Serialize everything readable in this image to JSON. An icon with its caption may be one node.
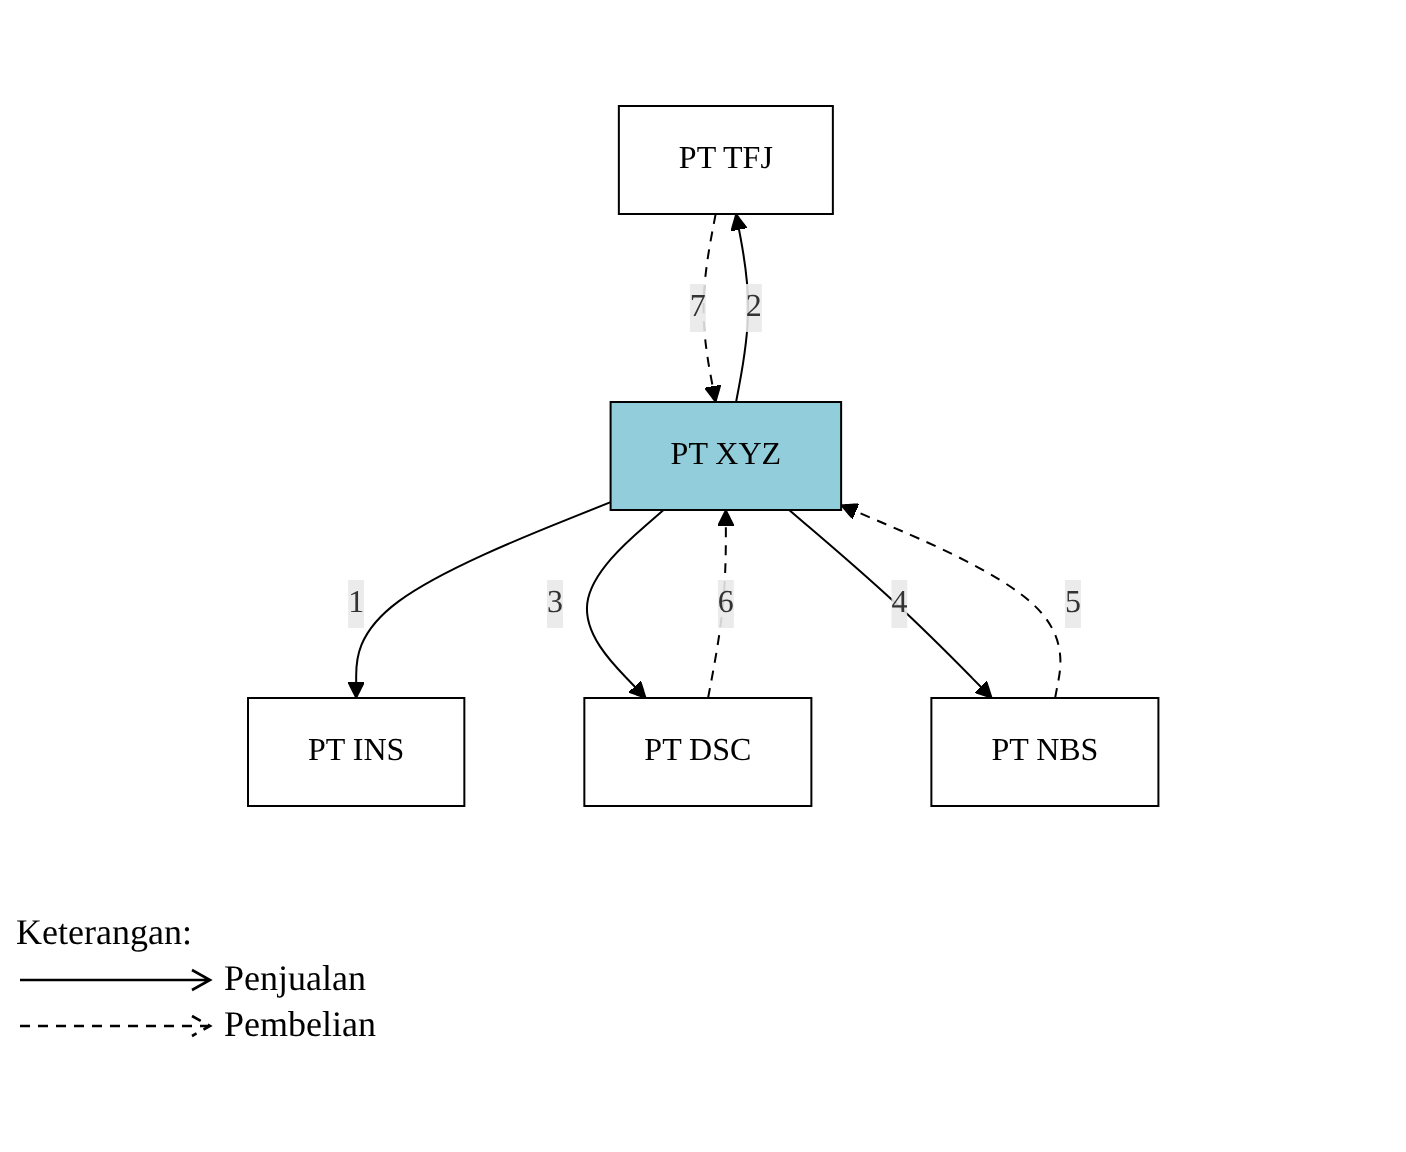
{
  "diagram": {
    "nodes": [
      {
        "text": [
          "PT INS"
        ]
      },
      {
        "text": [
          "PT TFJ"
        ]
      },
      {
        "text": [
          "PT XYZ"
        ]
      },
      {
        "text": [
          "PT DSC"
        ]
      },
      {
        "text": [
          "PT NBS"
        ]
      }
    ],
    "edges": [
      {
        "from": 2,
        "to": 0,
        "arrow": "to",
        "label": "1"
      },
      {
        "from": 2,
        "to": 1,
        "arrow": "to",
        "label": "2"
      },
      {
        "from": 2,
        "to": 3,
        "arrow": "to",
        "label": "3"
      },
      {
        "from": 2,
        "to": 4,
        "arrow": "to",
        "label": "4"
      },
      {
        "from": 4,
        "to": 2,
        "arrow": "to",
        "label": "5",
        "style": "dashed"
      },
      {
        "from": 3,
        "to": 2,
        "arrow": "to",
        "label": "6",
        "style": "dashed"
      },
      {
        "from": 1,
        "to": 2,
        "arrow": "to",
        "label": "7",
        "style": "dashed"
      }
    ],
    "labels": [
      "Keterangan:"
    ],
    "legend": [
      {
        "text": "Penjualan"
      },
      {
        "text": "Pembelian"
      }
    ]
  }
}
